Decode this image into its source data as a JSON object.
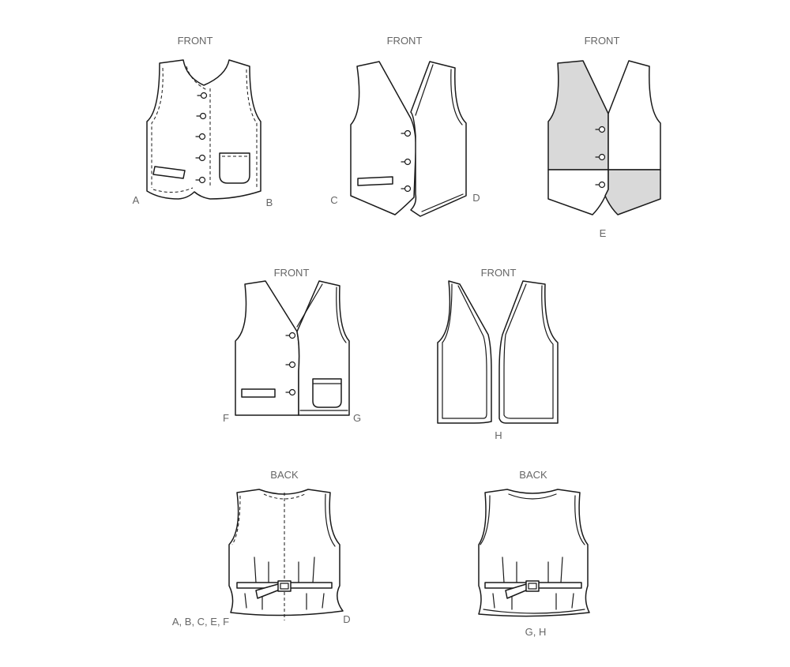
{
  "labels": {
    "front": "FRONT",
    "back": "BACK",
    "a": "A",
    "b": "B",
    "c": "C",
    "d": "D",
    "e": "E",
    "f": "F",
    "g": "G",
    "h": "H",
    "back_left": "A, B, C, E, F",
    "back_left_right": "D",
    "back_right": "G, H"
  },
  "colors": {
    "line": "#1a1a1a",
    "contrast_fill": "#d9d9d9",
    "label": "#666666"
  }
}
